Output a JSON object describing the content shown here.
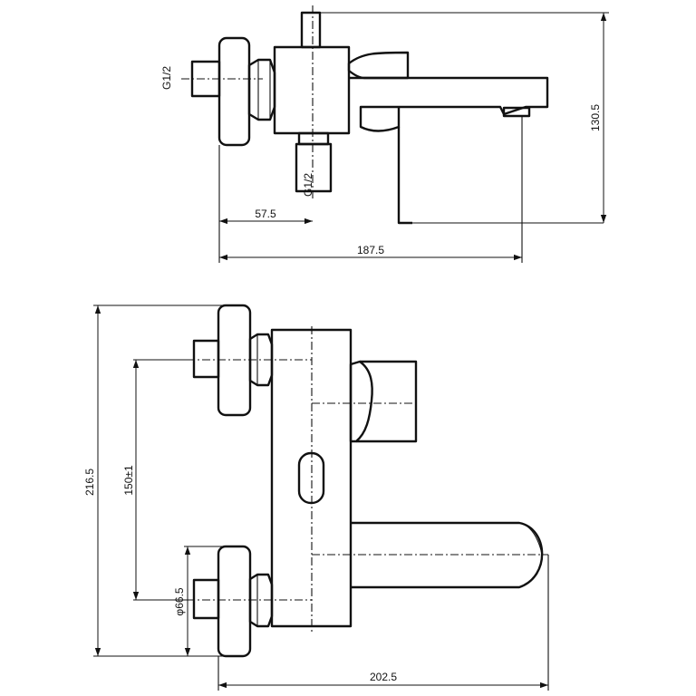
{
  "diagram": {
    "top_view": {
      "thread_left": "G1/2",
      "thread_bottom": "G1/2",
      "dim_center_offset": "57.5",
      "dim_overall_depth": "187.5",
      "dim_overall_height": "130.5"
    },
    "front_view": {
      "dim_overall_height": "216.5",
      "dim_inlet_spacing": "150±1",
      "dim_flange_diameter": "φ66.5",
      "dim_overall_width": "202.5"
    }
  }
}
